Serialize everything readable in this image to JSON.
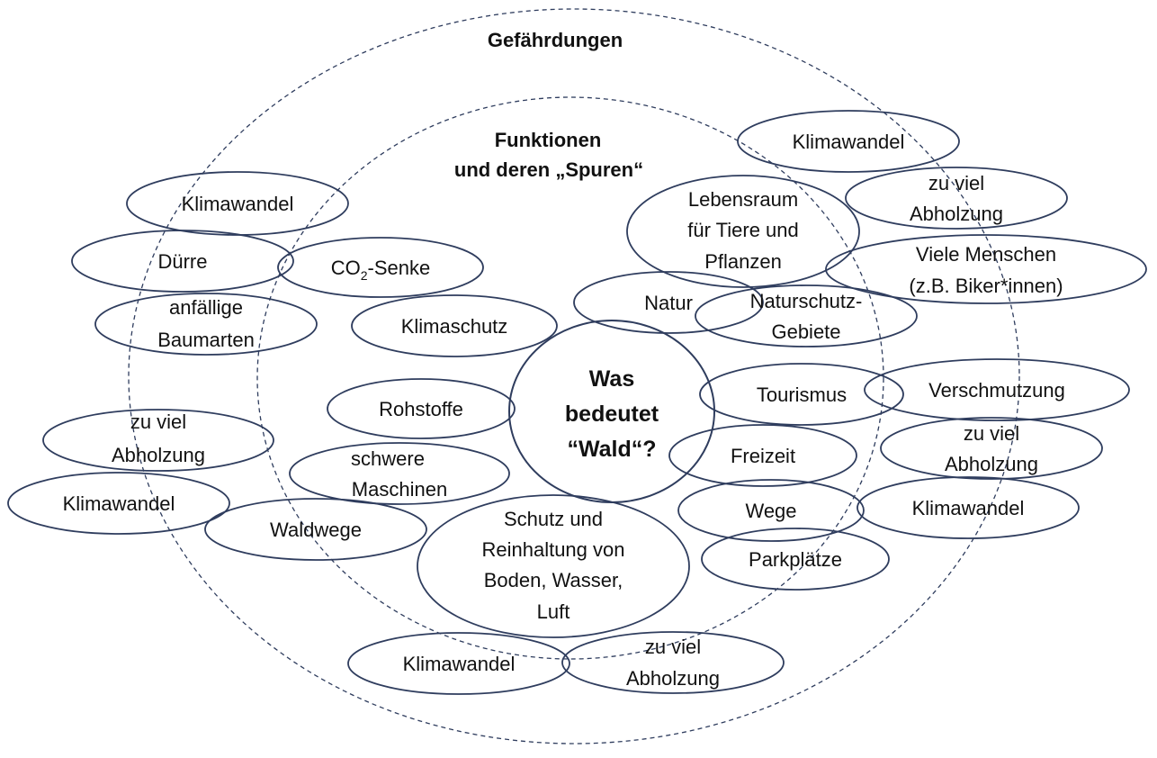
{
  "outer_ring_label": "Gefährdungen",
  "inner_ring_label": {
    "line1": "Funktionen",
    "line2": "und deren „Spuren“"
  },
  "center": {
    "line1": "Was",
    "line2": "bedeutet",
    "line3": "“Wald“?"
  },
  "functions": {
    "co2_senke": {
      "prefix": "CO",
      "subscript": "2",
      "suffix": "-Senke"
    },
    "klimaschutz": "Klimaschutz",
    "rohstoffe": "Rohstoffe",
    "schwere_maschinen": {
      "line1": "schwere",
      "line2": "Maschinen"
    },
    "waldwege": "Waldwege",
    "schutz": {
      "line1": "Schutz und",
      "line2": "Reinhaltung von",
      "line3": "Boden, Wasser,",
      "line4": "Luft"
    },
    "natur": "Natur",
    "lebensraum": {
      "line1": "Lebensraum",
      "line2": "für Tiere und",
      "line3": "Pflanzen"
    },
    "naturschutz": {
      "line1": "Naturschutz-",
      "line2": "Gebiete"
    },
    "tourismus": "Tourismus",
    "freizeit": "Freizeit",
    "wege": "Wege",
    "parkplaetze": "Parkplätze"
  },
  "threats": {
    "klimawandel_top_left": "Klimawandel",
    "duerre": "Dürre",
    "anfaellige_baumarten": {
      "line1": "anfällige",
      "line2": "Baumarten"
    },
    "abholzung_left": {
      "line1": "zu viel",
      "line2": "Abholzung"
    },
    "klimawandel_left": "Klimawandel",
    "klimawandel_top_right": "Klimawandel",
    "abholzung_top_right": {
      "line1": "zu viel",
      "line2": "Abholzung"
    },
    "viele_menschen": {
      "line1": "Viele Menschen",
      "line2": "(z.B. Biker*innen)"
    },
    "verschmutzung": "Verschmutzung",
    "abholzung_right": {
      "line1": "zu viel",
      "line2": "Abholzung"
    },
    "klimawandel_right": "Klimawandel",
    "klimawandel_bottom": "Klimawandel",
    "abholzung_bottom": {
      "line1": "zu viel",
      "line2": "Abholzung"
    }
  }
}
